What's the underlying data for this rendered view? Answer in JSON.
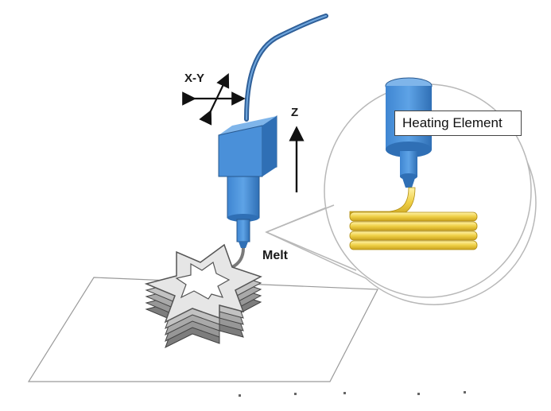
{
  "labels": {
    "xy": "X-Y",
    "z": "Z",
    "melt": "Melt",
    "heating_element": "Heating Element"
  },
  "colors": {
    "nozzle_blue": "#4a90d9",
    "nozzle_blue_dark": "#2f6fb5",
    "filament": "#e8c43a",
    "filament_dark": "#c9a21f",
    "part_gray": "#8a8a8a",
    "part_light": "#d9d9d9"
  },
  "icons": [
    "xy-arrows-icon",
    "z-arrow-icon"
  ]
}
